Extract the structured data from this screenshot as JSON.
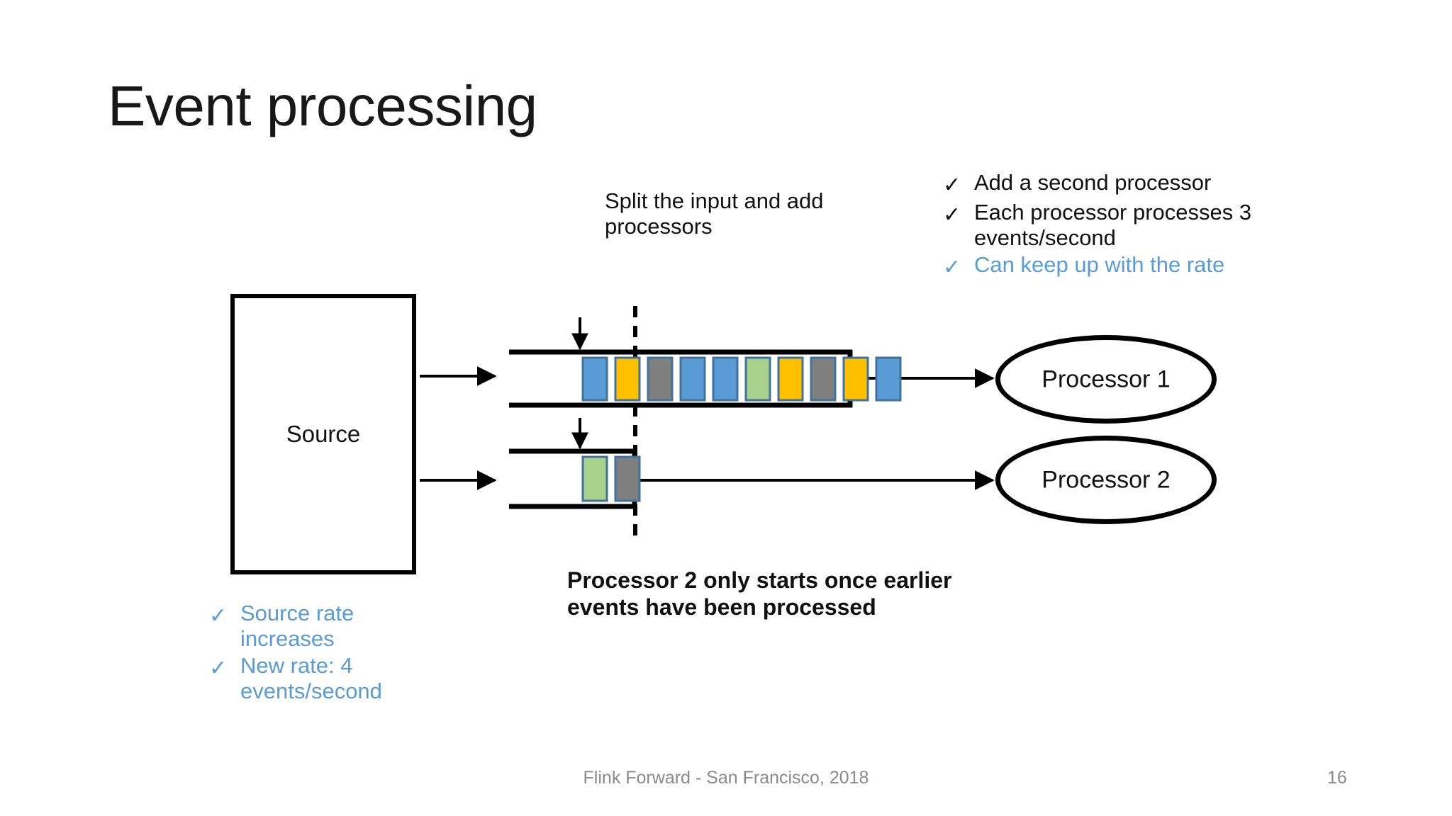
{
  "slide": {
    "title": "Event processing",
    "footer": "Flink Forward - San Francisco, 2018",
    "page_number": "16"
  },
  "notes": {
    "split_note": "Split the input and add processors",
    "bold_note": "Processor 2 only starts once earlier events have been processed"
  },
  "bullets_right": [
    {
      "tick": "✓",
      "text": "Add a second processor",
      "color": "#111111"
    },
    {
      "tick": "✓",
      "text": "Each processor processes 3 events/second",
      "color": "#111111"
    },
    {
      "tick": "✓",
      "text": "Can keep up with the rate",
      "color": "#5B9BD5"
    }
  ],
  "bullets_left": [
    {
      "tick": "✓",
      "text": "Source rate increases",
      "color": "#5B9BD5"
    },
    {
      "tick": "✓",
      "text": "New rate: 4 events/second",
      "color": "#5B9BD5"
    }
  ],
  "source": {
    "label": "Source"
  },
  "processors": [
    {
      "label": "Processor 1"
    },
    {
      "label": "Processor 2"
    }
  ],
  "palette": {
    "blue": "#5B9BD5",
    "orange": "#FFC000",
    "gray": "#7F7F7F",
    "green": "#A9D18E",
    "block_border": "#41719C",
    "line": "#000000",
    "accent_text": "#5B9BD5",
    "footer_text": "#8A8A8A"
  },
  "queues": [
    {
      "name": "queue-top",
      "blocks": [
        "blue",
        "orange",
        "gray",
        "blue",
        "blue",
        "green",
        "orange",
        "gray",
        "orange",
        "blue"
      ],
      "count": 10
    },
    {
      "name": "queue-bottom",
      "blocks": [
        "green",
        "gray"
      ],
      "count": 2
    }
  ],
  "chart_data": {
    "type": "diagram",
    "title": "Event processing",
    "nodes": [
      "Source",
      "Processor 1",
      "Processor 2"
    ],
    "queue_top_blocks": [
      "blue",
      "orange",
      "gray",
      "blue",
      "blue",
      "green",
      "orange",
      "gray",
      "orange",
      "blue"
    ],
    "queue_bottom_blocks": [
      "green",
      "gray"
    ],
    "annotations": [
      "Split the input and add processors",
      "Processor 2 only starts once earlier events have been processed"
    ]
  }
}
